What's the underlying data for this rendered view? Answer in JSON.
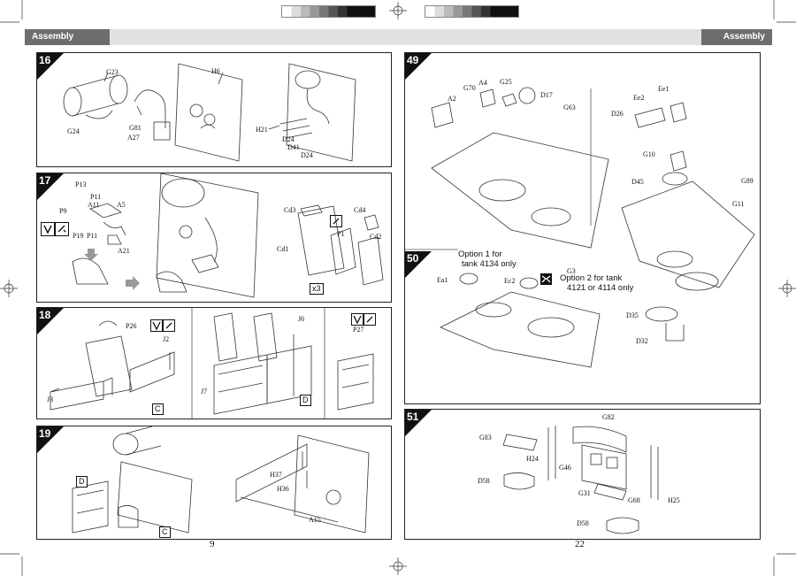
{
  "header": {
    "left_tab": "Assembly",
    "right_tab": "Assembly"
  },
  "pages": {
    "left": "9",
    "right": "22"
  },
  "panels": {
    "s16": {
      "step": "16",
      "labels": [
        "G23",
        "H6",
        "G24",
        "G81",
        "A27",
        "H21",
        "D24",
        "D41",
        "D24"
      ]
    },
    "s17": {
      "step": "17",
      "labels": [
        "P13",
        "P11",
        "A11",
        "P9",
        "A5",
        "P19",
        "P11",
        "A21",
        "Cd3",
        "Cd4",
        "Cd1",
        "P1",
        "Cd2"
      ],
      "box": "x3"
    },
    "s18": {
      "step": "18",
      "labels": [
        "P26",
        "J2",
        "J3",
        "J6",
        "J7",
        "P27"
      ],
      "box1": "C",
      "box2": "D"
    },
    "s19": {
      "step": "19",
      "labels": [
        "H37",
        "H36",
        "A15"
      ],
      "box1": "D",
      "box2": "C"
    },
    "s49": {
      "step": "49",
      "labels": [
        "A2",
        "G70",
        "A4",
        "G25",
        "D17",
        "G63",
        "Ee2",
        "Ee1",
        "D26",
        "G10",
        "D45",
        "G89",
        "G11",
        "D35",
        "D32"
      ]
    },
    "s50": {
      "step": "50",
      "labels": [
        "Ea1",
        "Ec2",
        "G3"
      ],
      "option1": [
        "Option 1 for",
        "tank 4134 only"
      ],
      "option2": [
        "Option 2 for tank",
        "4121 or 4114 only"
      ]
    },
    "s51": {
      "step": "51",
      "labels": [
        "G82",
        "G83",
        "H24",
        "G46",
        "D58",
        "G31",
        "G68",
        "H25",
        "D58"
      ]
    }
  },
  "icons": [
    "arrow-down-icon",
    "glue-icon",
    "paint-icon"
  ]
}
